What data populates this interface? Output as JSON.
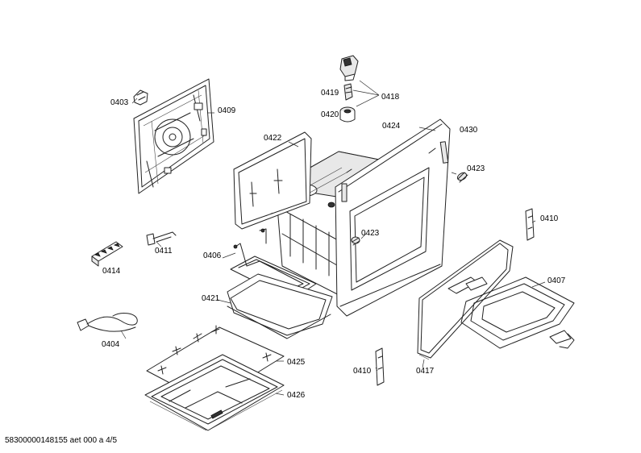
{
  "labels": {
    "p0403": "0403",
    "p0409": "0409",
    "p0418": "0418",
    "p0419": "0419",
    "p0420": "0420",
    "p0422": "0422",
    "p0424": "0424",
    "p0430": "0430",
    "p0423a": "0423",
    "p0423b": "0423",
    "p0410a": "0410",
    "p0410b": "0410",
    "p0411": "0411",
    "p0414": "0414",
    "p0406": "0406",
    "p0407": "0407",
    "p0421": "0421",
    "p0404": "0404",
    "p0425": "0425",
    "p0426": "0426",
    "p0417": "0417"
  },
  "footer": "58300000148155 aet 000 a 4/5"
}
